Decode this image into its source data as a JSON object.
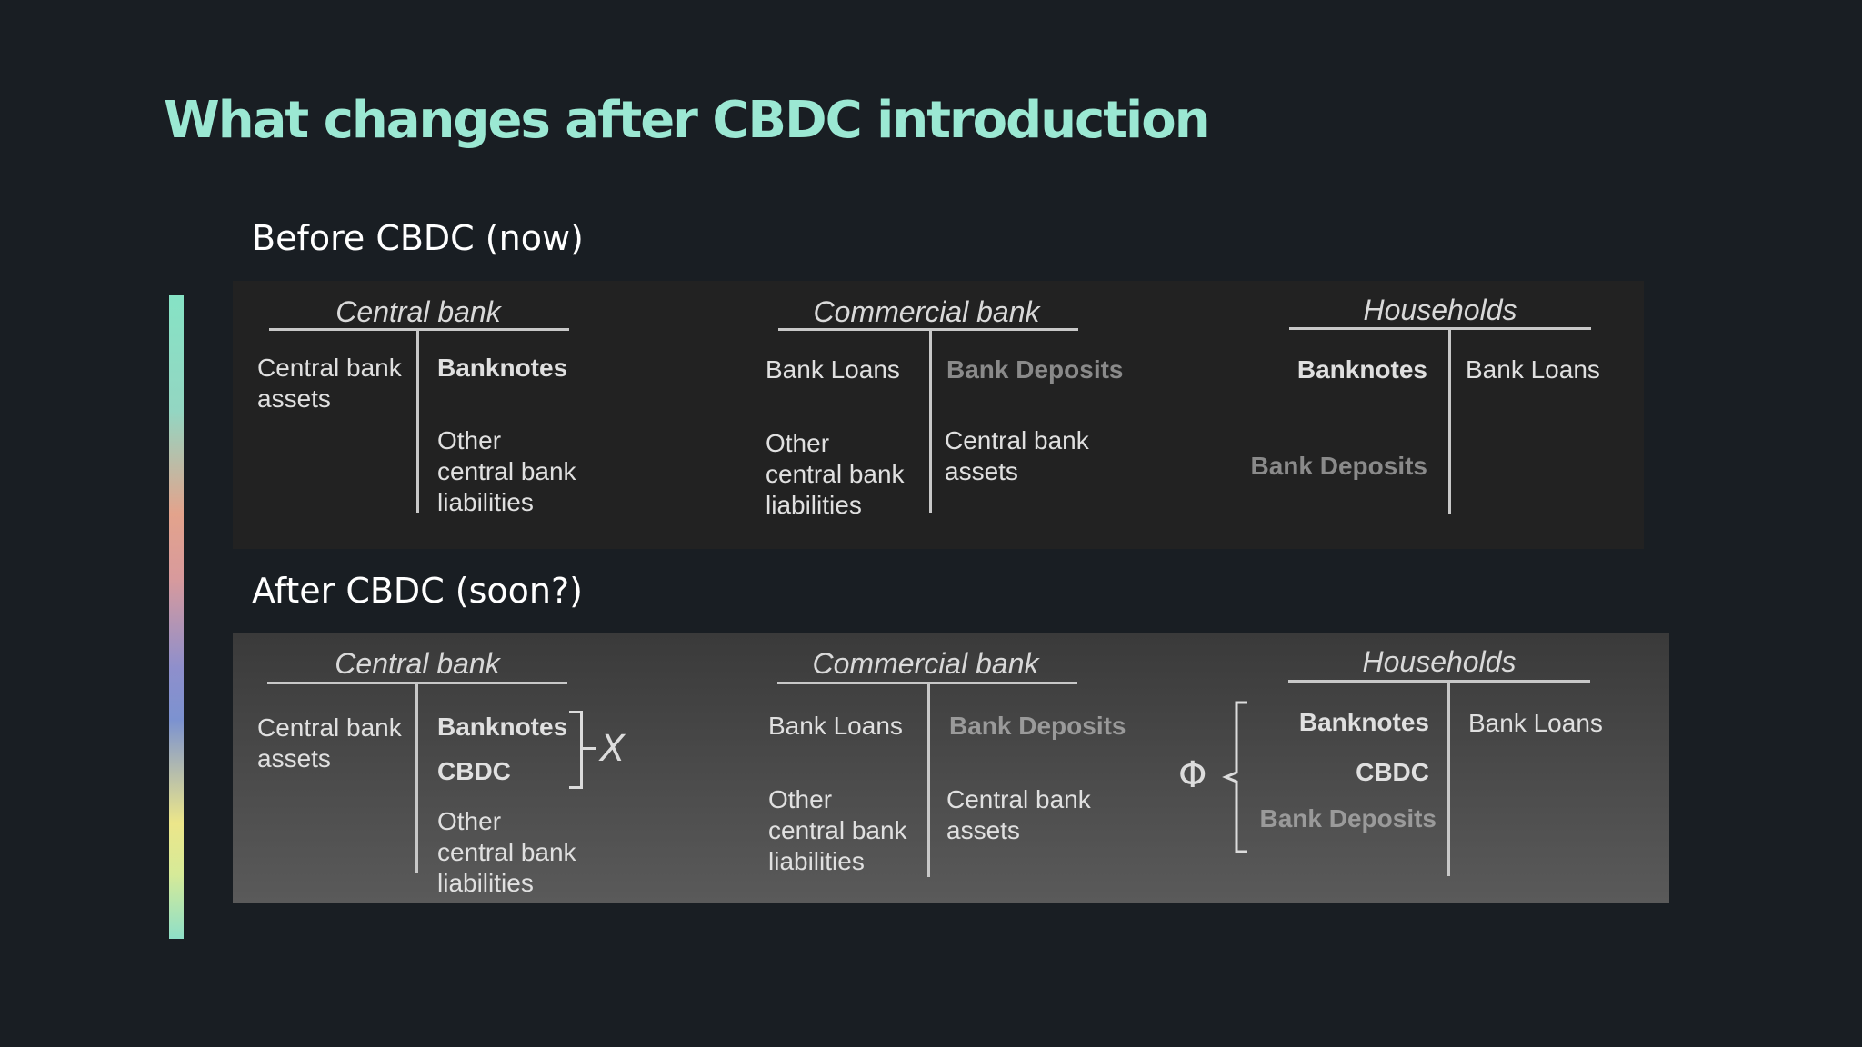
{
  "title": "What changes after CBDC introduction",
  "before": {
    "label": "Before CBDC (now)",
    "central_bank": {
      "heading": "Central bank",
      "assets": "Central bank\nassets",
      "liab_1": "Banknotes",
      "liab_2": "Other\ncentral bank\nliabilities"
    },
    "commercial_bank": {
      "heading": "Commercial bank",
      "assets_1": "Bank Loans",
      "assets_2": "Other\ncentral bank\nliabilities",
      "liab_1": "Bank Deposits",
      "liab_2": "Central bank\nassets"
    },
    "households": {
      "heading": "Households",
      "assets_1": "Banknotes",
      "assets_2": "Bank Deposits",
      "liab_1": "Bank Loans"
    }
  },
  "after": {
    "label": "After CBDC (soon?)",
    "central_bank": {
      "heading": "Central bank",
      "assets": "Central bank\nassets",
      "liab_1": "Banknotes",
      "liab_2": "CBDC",
      "liab_3": "Other\ncentral bank\nliabilities",
      "bracket_symbol": "X"
    },
    "commercial_bank": {
      "heading": "Commercial bank",
      "assets_1": "Bank Loans",
      "assets_2": "Other\ncentral bank\nliabilities",
      "liab_1": "Bank Deposits",
      "liab_2": "Central bank\nassets"
    },
    "households": {
      "heading": "Households",
      "assets_1": "Banknotes",
      "assets_2": "CBDC",
      "assets_3": "Bank Deposits",
      "liab_1": "Bank Loans",
      "bracket_symbol": "Φ"
    }
  }
}
